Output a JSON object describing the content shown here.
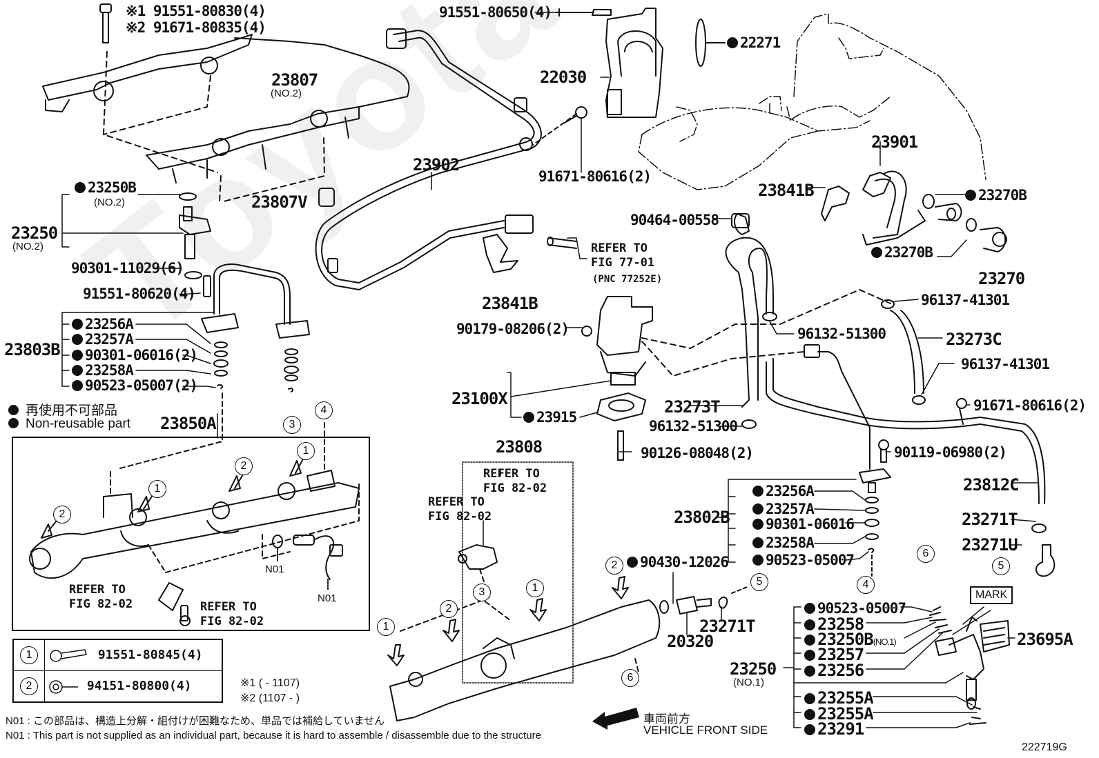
{
  "diagram": {
    "title_code": "222719G",
    "watermark": "ToyotaCatalog.ru"
  },
  "legend": {
    "non_reusable_jp": "再使用不可部品",
    "non_reusable_en": "Non-reusable part"
  },
  "notes": {
    "variant1": "※1 (      - 1107)",
    "variant2": "※2 (1107 -      )",
    "n01_jp": "N01 : この部品は、構造上分解・組付けが困難なため、単品では補給していません",
    "n01_en": "N01 : This part is not supplied as an individual part, because it is hard to assemble / disassemble due to the structure",
    "front_jp": "車両前方",
    "front_en": "VEHICLE FRONT SIDE"
  },
  "fastener_table": [
    {
      "ref": "1",
      "part": "91551-80845(4)"
    },
    {
      "ref": "2",
      "part": "94151-80800(4)"
    }
  ],
  "labels": {
    "p91551_80830": "※1 91551-80830(4)",
    "p91671_80835": "※2 91671-80835(4)",
    "p23807": "23807",
    "p23807_sub": "(NO.2)",
    "p23807V": "23807V",
    "p23250B_no2": "23250B",
    "p23250B_no2_sub": "(NO.2)",
    "p23250_no2": "23250",
    "p23250_no2_sub": "(NO.2)",
    "p90301_11029": "90301-11029(6)",
    "p91551_80620": "91551-80620(4)",
    "p23803B": "23803B",
    "l_23256A": "23256A",
    "l_23257A": "23257A",
    "l_90301_06016_2": "90301-06016(2)",
    "l_23258A": "23258A",
    "l_90523_05007_2": "90523-05007(2)",
    "p23850A": "23850A",
    "n01_a": "N01",
    "n01_b": "N01",
    "refer_82_02_a": "REFER TO\nFIG 82-02",
    "refer_82_02_b": "REFER TO\nFIG 82-02",
    "p91551_80650": "91551-80650(4)",
    "p22030": "22030",
    "p22271": "22271",
    "p23902": "23902",
    "p91671_80616_top": "91671-80616(2)",
    "p23841B_a": "23841B",
    "p23841B_b": "23841B",
    "refer_77_01": "REFER TO\nFIG 77-01",
    "refer_77_01_pnc": "(PNC 77252E)",
    "p90464_00558": "90464-00558",
    "p90179_08206": "90179-08206(2)",
    "p23100X": "23100X",
    "p23915": "23915",
    "p90126_08048": "90126-08048(2)",
    "p23273T": "23273T",
    "p96132_51300_a": "96132-51300",
    "p96132_51300_b": "96132-51300",
    "p23901": "23901",
    "p23270B_a": "23270B",
    "p23270B_b": "23270B",
    "p23270": "23270",
    "p96137_41301_a": "96137-41301",
    "p96137_41301_b": "96137-41301",
    "p23273C": "23273C",
    "p91671_80616_right": "91671-80616(2)",
    "p90119_06980": "90119-06980(2)",
    "p23812C": "23812C",
    "p23802B": "23802B",
    "r_23256A": "23256A",
    "r_23257A": "23257A",
    "r_90301_06016": "90301-06016",
    "r_23258A": "23258A",
    "r_90523_05007": "90523-05007",
    "p23271T_a": "23271T",
    "p23271U": "23271U",
    "p23808": "23808",
    "refer_82_02_c": "REFER TO\nFIG 82-02",
    "refer_82_02_d": "REFER TO\nFIG 82-02",
    "p90430_12026": "90430-12026",
    "p20320": "20320",
    "p23271T_b": "23271T",
    "p23250_no1": "23250",
    "p23250_no1_sub": "(NO.1)",
    "b_90523_05007": "90523-05007",
    "b_23258": "23258",
    "b_23250B": "23250B",
    "b_23250B_sub": "(NO.1)",
    "b_23257": "23257",
    "b_23256": "23256",
    "b_23255A_a": "23255A",
    "b_23255A_b": "23255A",
    "b_23291": "23291",
    "p23695A": "23695A",
    "mark": "MARK"
  },
  "callouts": {
    "c1": "1",
    "c2": "2",
    "c3": "3",
    "c4": "4",
    "c5": "5",
    "c6": "6"
  }
}
